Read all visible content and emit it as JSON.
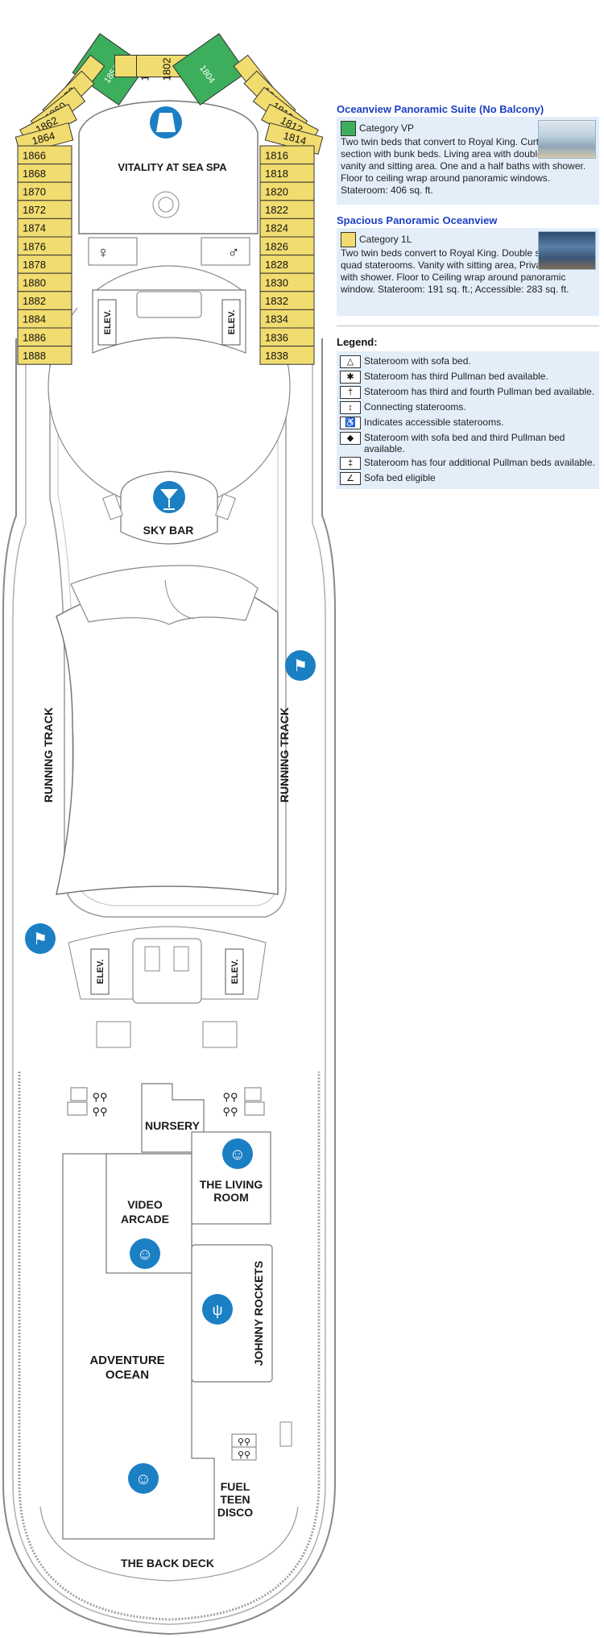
{
  "areas": {
    "spa": "VITALITY AT SEA SPA",
    "sky_bar": "SKY BAR",
    "running_track_left": "RUNNING TRACK",
    "running_track_right": "RUNNING TRACK",
    "elev": "ELEV.",
    "nursery": "NURSERY",
    "living_room_1": "THE LIVING",
    "living_room_2": "ROOM",
    "video_arcade_1": "VIDEO",
    "video_arcade_2": "ARCADE",
    "johnny_rockets": "JOHNNY ROCKETS",
    "adventure_ocean_1": "ADVENTURE",
    "adventure_ocean_2": "OCEAN",
    "fuel_1": "FUEL",
    "fuel_2": "TEEN",
    "fuel_3": "DISCO",
    "back_deck": "THE BACK DECK"
  },
  "staterooms": {
    "top": [
      "1854",
      "1852",
      "1802",
      "1804"
    ],
    "arc_left": [
      "1856",
      "1858",
      "1860",
      "1862",
      "1864"
    ],
    "arc_right": [
      "1806",
      "1808",
      "1810",
      "1812",
      "1814"
    ],
    "left_column": [
      "1866",
      "1868",
      "1870",
      "1872",
      "1874",
      "1876",
      "1878",
      "1880",
      "1882",
      "1884",
      "1886",
      "1888"
    ],
    "right_column": [
      "1816",
      "1818",
      "1820",
      "1822",
      "1824",
      "1826",
      "1828",
      "1830",
      "1832",
      "1834",
      "1836",
      "1838"
    ]
  },
  "categories": [
    {
      "title": "Oceanview Panoramic Suite (No Balcony)",
      "label": "Category VP",
      "color": "#3dae5c",
      "description": "Two twin beds that convert to Royal King. Curtained section with bunk beds. Living area with double sofa bed, vanity and sitting area. One and a half baths with shower. Floor to ceiling wrap around panoramic windows. Stateroom: 406 sq. ft."
    },
    {
      "title": "Spacious Panoramic Oceanview",
      "label": "Category 1L",
      "color": "#f1dc6f",
      "description": "Two twin beds convert to Royal King. Double sofa bed for quad staterooms. Vanity with sitting area, Private bathroom with shower. Floor to Ceiling wrap around panoramic window. Stateroom: 191 sq. ft.; Accessible: 283 sq. ft."
    }
  ],
  "legend": {
    "title": "Legend:",
    "items": [
      {
        "icon": "sofa-bed-icon",
        "glyph": "△",
        "text": "Stateroom with sofa bed."
      },
      {
        "icon": "asterisk-icon",
        "glyph": "✱",
        "text": "Stateroom has third Pullman bed available."
      },
      {
        "icon": "dagger-icon",
        "glyph": "†",
        "text": "Stateroom has third and fourth Pullman bed available."
      },
      {
        "icon": "connecting-arrow-icon",
        "glyph": "↕",
        "text": "Connecting staterooms."
      },
      {
        "icon": "wheelchair-icon",
        "glyph": "♿",
        "text": "Indicates accessible staterooms."
      },
      {
        "icon": "diamond-icon",
        "glyph": "◆",
        "text": "Stateroom with sofa bed and third Pullman bed available."
      },
      {
        "icon": "double-dagger-icon",
        "glyph": "‡",
        "text": "Stateroom has four additional Pullman beds available."
      },
      {
        "icon": "sofa-bed-eligible-icon",
        "glyph": "∠",
        "text": "Sofa bed eligible"
      }
    ]
  },
  "colors": {
    "water_blue": "#1b7fc4",
    "outline": "#8a8a8a"
  }
}
